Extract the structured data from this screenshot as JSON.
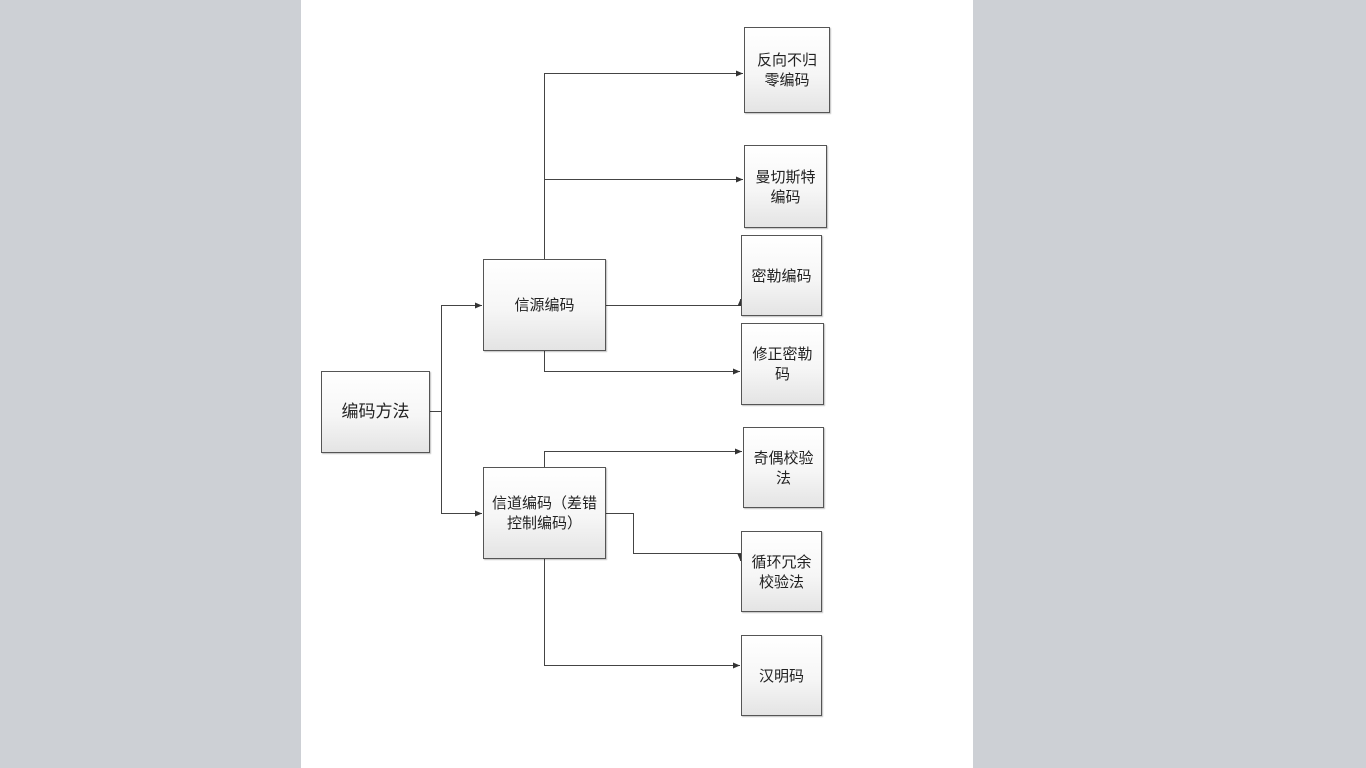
{
  "diagram": {
    "root": "编码方法",
    "branches": [
      {
        "label": "信源编码",
        "children": [
          "反向不归零编码",
          "曼切斯特编码",
          "密勒编码",
          "修正密勒码"
        ]
      },
      {
        "label": "信道编码（差错控制编码）",
        "children": [
          "奇偶校验法",
          "循环冗余校验法",
          "汉明码"
        ]
      }
    ]
  },
  "colors": {
    "background": "#cdd0d5",
    "page": "#ffffff",
    "line": "#444444",
    "node_border": "#555555"
  }
}
